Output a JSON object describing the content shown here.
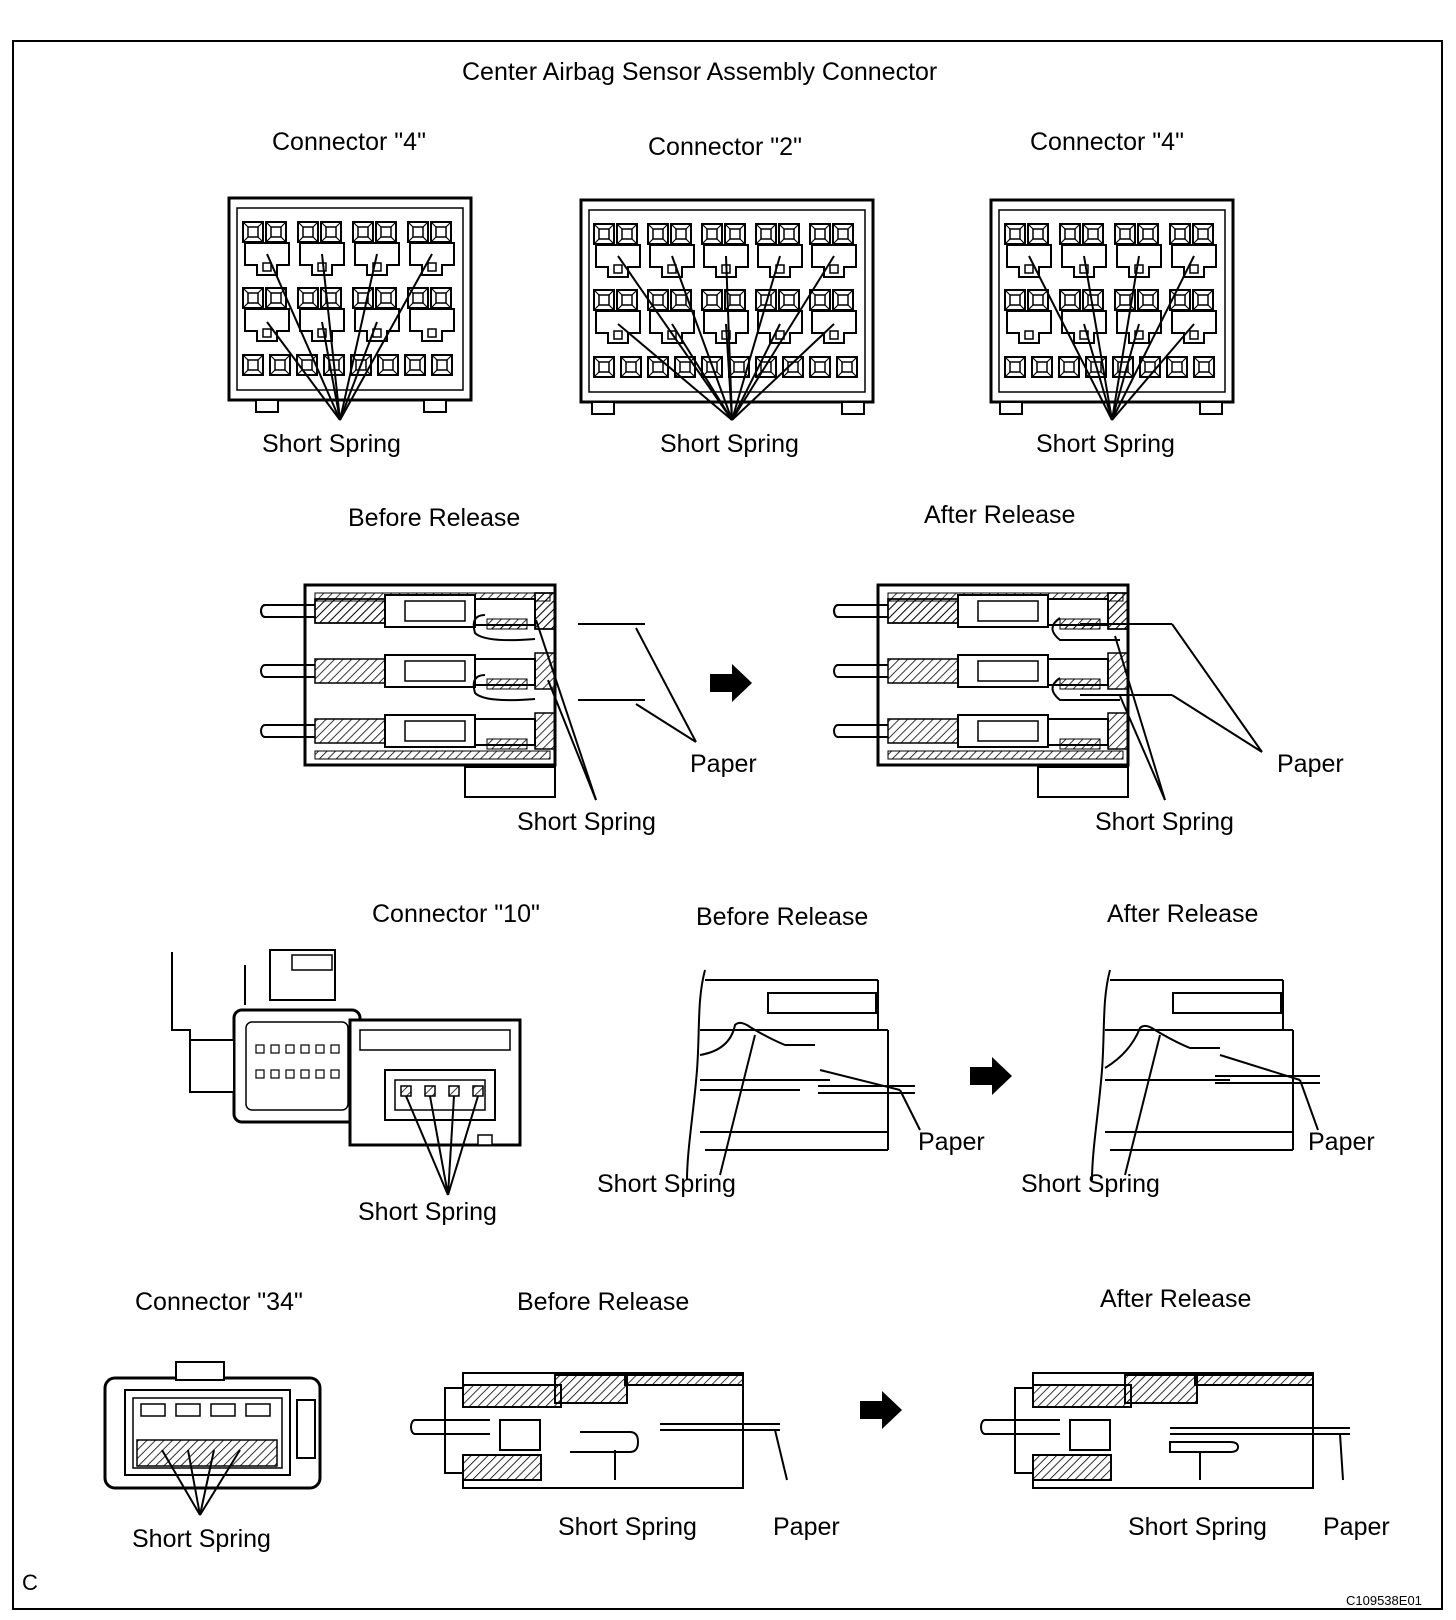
{
  "title": "Center Airbag Sensor Assembly Connector",
  "connectors": {
    "c4_left": "Connector \"4\"",
    "c2": "Connector \"2\"",
    "c4_right": "Connector \"4\"",
    "c10": "Connector \"10\"",
    "c34": "Connector \"34\""
  },
  "labels": {
    "short_spring": "Short Spring",
    "paper": "Paper",
    "before_release": "Before Release",
    "after_release": "After Release"
  },
  "corner_letter": "C",
  "figure_code": "C109538E01",
  "colors": {
    "line": "#000000",
    "background": "#ffffff"
  }
}
